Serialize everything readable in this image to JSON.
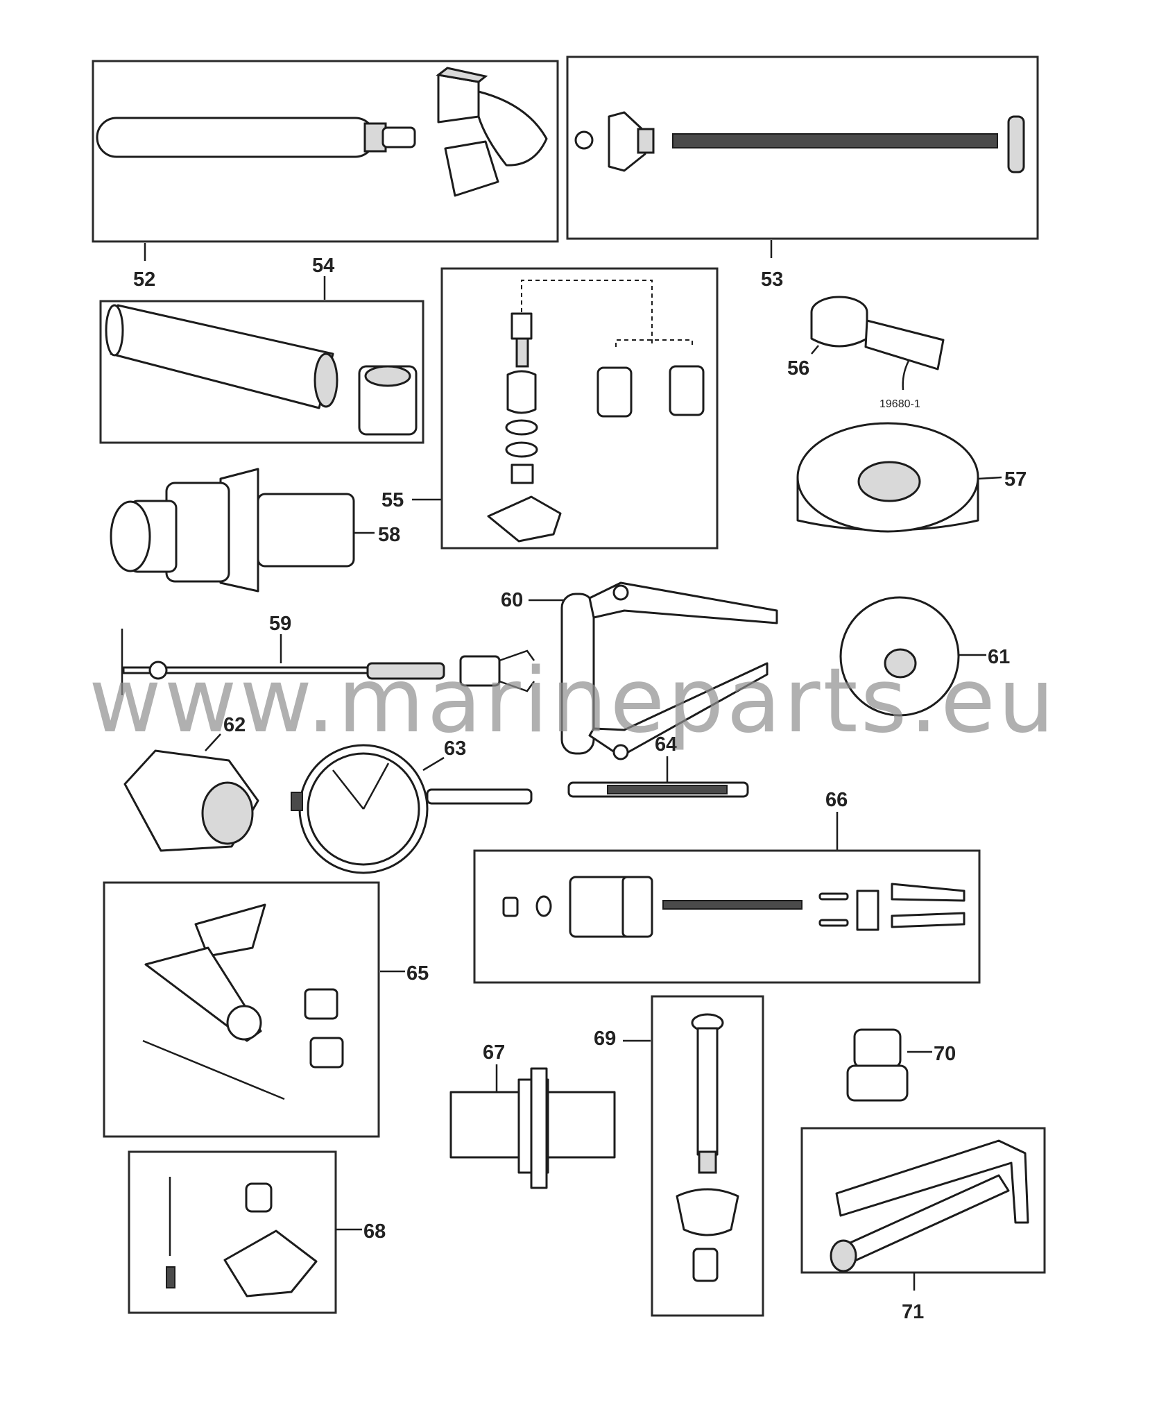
{
  "diagram": {
    "callouts": [
      "52",
      "53",
      "54",
      "55",
      "56",
      "57",
      "58",
      "59",
      "60",
      "61",
      "62",
      "63",
      "64",
      "65",
      "66",
      "67",
      "68",
      "69",
      "70",
      "71"
    ],
    "part_note": "19680-1",
    "watermark": "www.marineparts.eu"
  }
}
